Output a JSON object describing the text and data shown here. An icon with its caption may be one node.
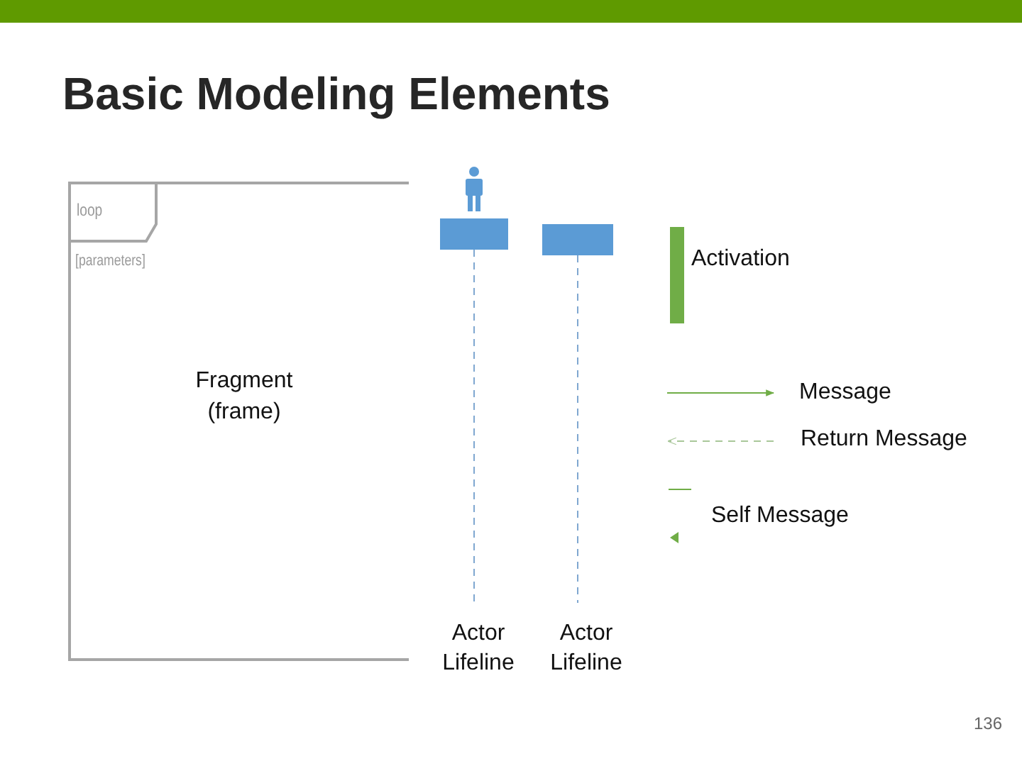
{
  "diagram": {
    "title": "Basic Modeling Elements",
    "nodes": [
      {
        "text": [
          "[parameters]",
          "Fragment (frame)"
        ]
      },
      {
        "text": [
          "loop"
        ],
        "in": 0
      },
      {
        "text": [],
        "shape": "box"
      },
      {
        "text": [],
        "shape": "box"
      },
      {
        "text": [
          "Actor Lifeline"
        ]
      },
      {
        "text": [
          "Actor Lifeline"
        ]
      }
    ],
    "edges": [
      {
        "from": 2,
        "to": 4,
        "arrow": "none",
        "style": "dashed"
      },
      {
        "from": 3,
        "to": 5,
        "arrow": "none",
        "style": "dashed"
      }
    ],
    "labels": [
      "136"
    ],
    "legend": [
      {
        "text": "Activation",
        "color": "#70ad47"
      },
      {
        "text": "Message"
      },
      {
        "text": "Return Message"
      },
      {
        "text": "Self Message"
      }
    ]
  }
}
